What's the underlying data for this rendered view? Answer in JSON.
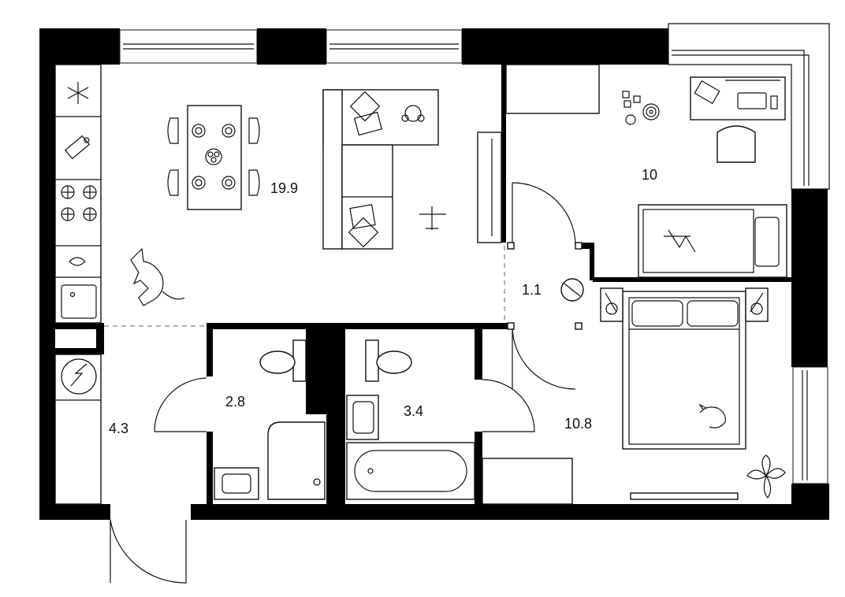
{
  "rooms": [
    {
      "id": "living-kitchen",
      "area": "19.9"
    },
    {
      "id": "kids-room",
      "area": "10"
    },
    {
      "id": "corridor",
      "area": "1.1"
    },
    {
      "id": "wc",
      "area": "2.8"
    },
    {
      "id": "bathroom",
      "area": "3.4"
    },
    {
      "id": "bedroom",
      "area": "10.8"
    },
    {
      "id": "hallway",
      "area": "4.3"
    }
  ],
  "colors": {
    "walls": "#000000",
    "lines": "#111111",
    "background": "#ffffff"
  }
}
